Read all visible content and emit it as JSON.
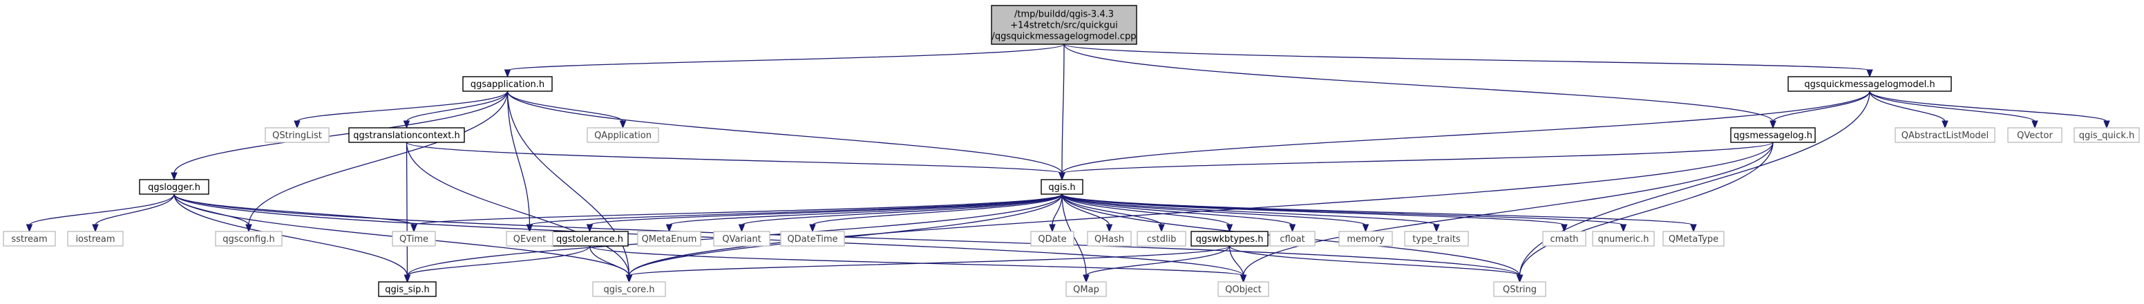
{
  "colors": {
    "edge": "#191970",
    "box_border_documented": "#000000",
    "box_border_external": "#bfbfbf",
    "box_fill_root": "#bfbfbf",
    "box_fill": "#ffffff",
    "text_documented": "#000000",
    "text_external": "#404040"
  },
  "nodes": [
    {
      "id": "root",
      "lines": [
        "/tmp/buildd/qgis-3.4.3",
        "+14stretch/src/quickgui",
        "/qgsquickmessagelogmodel.cpp"
      ],
      "kind": "root"
    },
    {
      "id": "qgsapplication_h",
      "lines": [
        "qgsapplication.h"
      ],
      "kind": "documented"
    },
    {
      "id": "qgsquickmessagelogmodel_h",
      "lines": [
        "qgsquickmessagelogmodel.h"
      ],
      "kind": "documented"
    },
    {
      "id": "qgis_h",
      "lines": [
        "qgis.h"
      ],
      "kind": "documented"
    },
    {
      "id": "qgslogger_h",
      "lines": [
        "qgslogger.h"
      ],
      "kind": "documented"
    },
    {
      "id": "qgstranslationcontext_h",
      "lines": [
        "qgstranslationcontext.h"
      ],
      "kind": "documented"
    },
    {
      "id": "qgsmessagelog_h",
      "lines": [
        "qgsmessagelog.h"
      ],
      "kind": "documented"
    },
    {
      "id": "qgstolerance_h",
      "lines": [
        "qgstolerance.h"
      ],
      "kind": "documented"
    },
    {
      "id": "qgswkbtypes_h",
      "lines": [
        "qgswkbtypes.h"
      ],
      "kind": "documented"
    },
    {
      "id": "qgis_sip_h",
      "lines": [
        "qgis_sip.h"
      ],
      "kind": "documented"
    },
    {
      "id": "QStringList",
      "lines": [
        "QStringList"
      ],
      "kind": "external"
    },
    {
      "id": "QApplication",
      "lines": [
        "QApplication"
      ],
      "kind": "external"
    },
    {
      "id": "QAbstractListModel",
      "lines": [
        "QAbstractListModel"
      ],
      "kind": "external"
    },
    {
      "id": "QVector",
      "lines": [
        "QVector"
      ],
      "kind": "external"
    },
    {
      "id": "qgis_quick_h",
      "lines": [
        "qgis_quick.h"
      ],
      "kind": "external"
    },
    {
      "id": "sstream",
      "lines": [
        "sstream"
      ],
      "kind": "external"
    },
    {
      "id": "iostream",
      "lines": [
        "iostream"
      ],
      "kind": "external"
    },
    {
      "id": "qgsconfig_h",
      "lines": [
        "qgsconfig.h"
      ],
      "kind": "external"
    },
    {
      "id": "QTime",
      "lines": [
        "QTime"
      ],
      "kind": "external"
    },
    {
      "id": "QEvent",
      "lines": [
        "QEvent"
      ],
      "kind": "external"
    },
    {
      "id": "QMetaEnum",
      "lines": [
        "QMetaEnum"
      ],
      "kind": "external"
    },
    {
      "id": "QVariant",
      "lines": [
        "QVariant"
      ],
      "kind": "external"
    },
    {
      "id": "QDateTime",
      "lines": [
        "QDateTime"
      ],
      "kind": "external"
    },
    {
      "id": "QDate",
      "lines": [
        "QDate"
      ],
      "kind": "external"
    },
    {
      "id": "QHash",
      "lines": [
        "QHash"
      ],
      "kind": "external"
    },
    {
      "id": "cstdlib",
      "lines": [
        "cstdlib"
      ],
      "kind": "external"
    },
    {
      "id": "cfloat",
      "lines": [
        "cfloat"
      ],
      "kind": "external"
    },
    {
      "id": "memory",
      "lines": [
        "memory"
      ],
      "kind": "external"
    },
    {
      "id": "type_traits",
      "lines": [
        "type_traits"
      ],
      "kind": "external"
    },
    {
      "id": "cmath",
      "lines": [
        "cmath"
      ],
      "kind": "external"
    },
    {
      "id": "qnumeric_h",
      "lines": [
        "qnumeric.h"
      ],
      "kind": "external"
    },
    {
      "id": "QMetaType",
      "lines": [
        "QMetaType"
      ],
      "kind": "external"
    },
    {
      "id": "qgis_core_h",
      "lines": [
        "qgis_core.h"
      ],
      "kind": "external"
    },
    {
      "id": "QMap",
      "lines": [
        "QMap"
      ],
      "kind": "external"
    },
    {
      "id": "QObject",
      "lines": [
        "QObject"
      ],
      "kind": "external"
    },
    {
      "id": "QString",
      "lines": [
        "QString"
      ],
      "kind": "external"
    }
  ],
  "edges": [
    [
      "root",
      "qgsapplication_h"
    ],
    [
      "root",
      "qgis_h"
    ],
    [
      "root",
      "qgsquickmessagelogmodel_h"
    ],
    [
      "root",
      "qgsmessagelog_h"
    ],
    [
      "qgsapplication_h",
      "qgslogger_h"
    ],
    [
      "qgsapplication_h",
      "qgsconfig_h"
    ],
    [
      "qgsapplication_h",
      "QStringList"
    ],
    [
      "qgsapplication_h",
      "qgstranslationcontext_h"
    ],
    [
      "qgsapplication_h",
      "QApplication"
    ],
    [
      "qgsapplication_h",
      "qgis_h"
    ],
    [
      "qgsapplication_h",
      "QEvent"
    ],
    [
      "qgsapplication_h",
      "qgis_core_h"
    ],
    [
      "qgsquickmessagelogmodel_h",
      "qgsmessagelog_h"
    ],
    [
      "qgsquickmessagelogmodel_h",
      "qgis_h"
    ],
    [
      "qgsquickmessagelogmodel_h",
      "QAbstractListModel"
    ],
    [
      "qgsquickmessagelogmodel_h",
      "QVector"
    ],
    [
      "qgsquickmessagelogmodel_h",
      "qgis_quick_h"
    ],
    [
      "qgsquickmessagelogmodel_h",
      "QString"
    ],
    [
      "qgstranslationcontext_h",
      "qgis_h"
    ],
    [
      "qgstranslationcontext_h",
      "qgis_sip_h"
    ],
    [
      "qgstranslationcontext_h",
      "qgis_core_h"
    ],
    [
      "qgsmessagelog_h",
      "qgis_h"
    ],
    [
      "qgsmessagelog_h",
      "qgis_core_h"
    ],
    [
      "qgsmessagelog_h",
      "QObject"
    ],
    [
      "qgsmessagelog_h",
      "QString"
    ],
    [
      "qgslogger_h",
      "sstream"
    ],
    [
      "qgslogger_h",
      "iostream"
    ],
    [
      "qgslogger_h",
      "qgsconfig_h"
    ],
    [
      "qgslogger_h",
      "QTime"
    ],
    [
      "qgslogger_h",
      "qgis_sip_h"
    ],
    [
      "qgslogger_h",
      "qgis_core_h"
    ],
    [
      "qgslogger_h",
      "QObject"
    ],
    [
      "qgslogger_h",
      "QString"
    ],
    [
      "qgis_h",
      "QTime"
    ],
    [
      "qgis_h",
      "QEvent"
    ],
    [
      "qgis_h",
      "qgstolerance_h"
    ],
    [
      "qgis_h",
      "QMetaEnum"
    ],
    [
      "qgis_h",
      "QVariant"
    ],
    [
      "qgis_h",
      "QDateTime"
    ],
    [
      "qgis_h",
      "QDate"
    ],
    [
      "qgis_h",
      "QHash"
    ],
    [
      "qgis_h",
      "cstdlib"
    ],
    [
      "qgis_h",
      "qgswkbtypes_h"
    ],
    [
      "qgis_h",
      "cfloat"
    ],
    [
      "qgis_h",
      "memory"
    ],
    [
      "qgis_h",
      "type_traits"
    ],
    [
      "qgis_h",
      "cmath"
    ],
    [
      "qgis_h",
      "qnumeric_h"
    ],
    [
      "qgis_h",
      "QMetaType"
    ],
    [
      "qgis_h",
      "qgis_sip_h"
    ],
    [
      "qgis_h",
      "qgis_core_h"
    ],
    [
      "qgis_h",
      "QMap"
    ],
    [
      "qgis_h",
      "QString"
    ],
    [
      "qgstolerance_h",
      "qgis_sip_h"
    ],
    [
      "qgstolerance_h",
      "qgis_core_h"
    ],
    [
      "qgstolerance_h",
      "QObject"
    ],
    [
      "qgswkbtypes_h",
      "qgis_core_h"
    ],
    [
      "qgswkbtypes_h",
      "QObject"
    ],
    [
      "qgswkbtypes_h",
      "QMap"
    ],
    [
      "qgswkbtypes_h",
      "QString"
    ]
  ]
}
